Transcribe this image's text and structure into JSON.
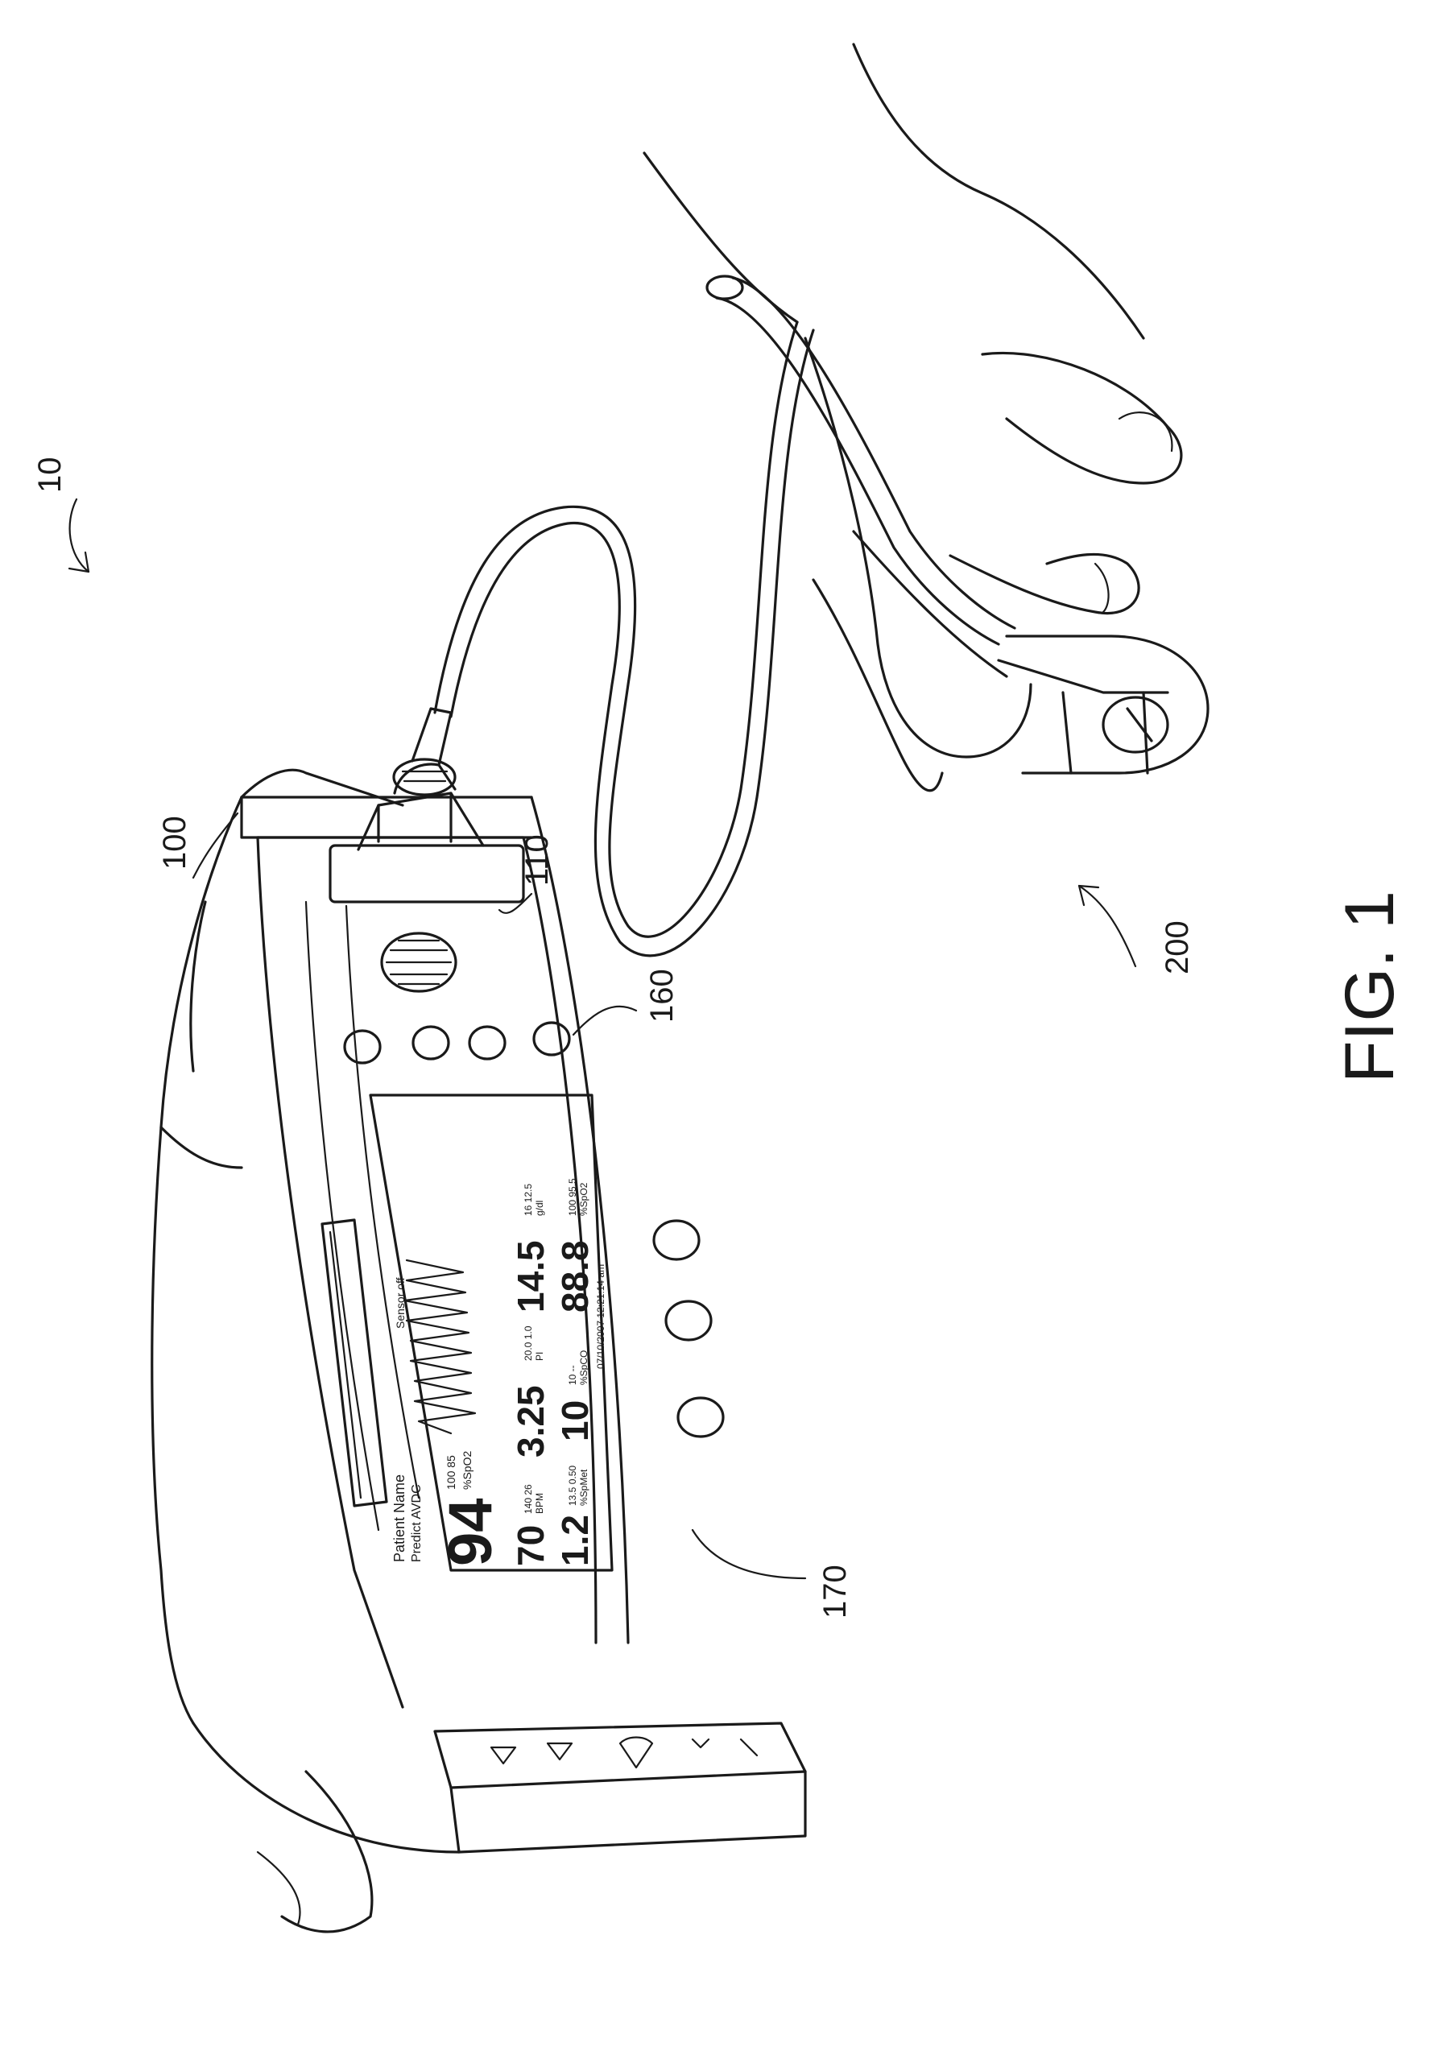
{
  "figure_caption": "FIG. 1",
  "references": {
    "system": "10",
    "monitor": "100",
    "connector": "110",
    "buttons": "160",
    "display": "170",
    "sensor": "200"
  },
  "screen": {
    "patient_name": "Patient Name",
    "mode": "Predict AVDC",
    "sensor_status": "Sensor off",
    "spo2": "94",
    "spo2_limits": "100 85",
    "spo2_unit": "%SpO2",
    "pi": "3.25",
    "pi_limits": "20.0 1.0",
    "pi_unit": "PI",
    "sphb": "14.5",
    "sphb_limits": "16 12.5",
    "sphb_unit": "g/dl",
    "pr": "70",
    "pr_limits": "140 26",
    "pr_unit": "BPM",
    "spco": "10",
    "spco_limits": "10 --",
    "spco_unit": "%SpCO",
    "spoc": "88.8",
    "spoc_limits": "100 95.5",
    "spoc_unit": "%SpO2",
    "spmet": "1.2",
    "spmet_limits": "13.5 0.50",
    "spmet_unit": "%SpMet",
    "datetime": "07/10/2007 12:21:14 am"
  }
}
